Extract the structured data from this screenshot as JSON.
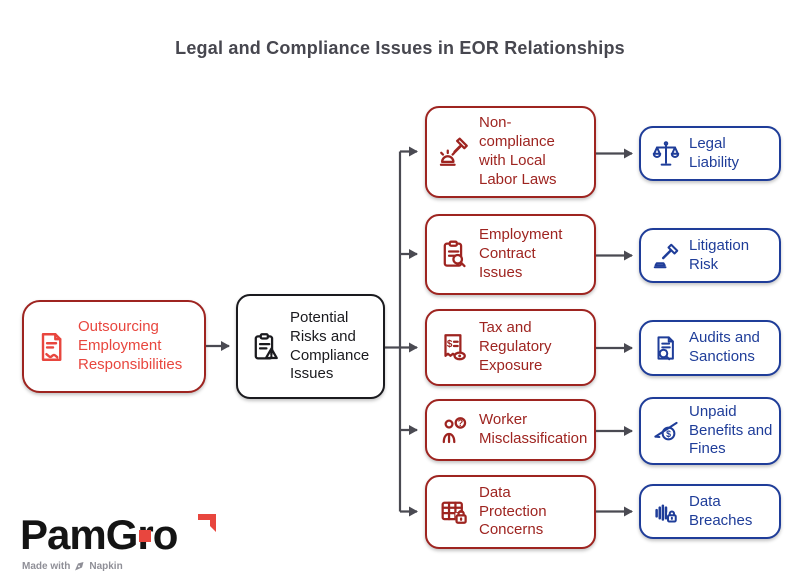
{
  "title": "Legal and Compliance Issues in EOR Relationships",
  "colors": {
    "title_gray": "#47474f",
    "arrow_gray": "#4a4a52",
    "dark_red": "#9e2420",
    "bright_red": "#e8463e",
    "ink_black": "#1a1a1e",
    "navy_blue": "#1f3d99",
    "logo_black": "#141414",
    "logo_red": "#e8463e",
    "muted_gray": "#8f8f97"
  },
  "flow": {
    "source": {
      "label": "Outsourcing\nEmployment\nResponsibilities",
      "icon": "contract-handshake"
    },
    "hub": {
      "label": "Potential\nRisks and\nCompliance\nIssues",
      "icon": "clipboard-warning"
    },
    "risks": [
      {
        "label": "Non-\ncompliance\nwith Local\nLabor Laws",
        "icon": "gavel-alarm"
      },
      {
        "label": "Employment\nContract\nIssues",
        "icon": "clipboard-search"
      },
      {
        "label": "Tax and\nRegulatory\nExposure",
        "icon": "receipt-eye"
      },
      {
        "label": "Worker\nMisclassification",
        "icon": "person-question"
      },
      {
        "label": "Data\nProtection\nConcerns",
        "icon": "table-lock"
      }
    ],
    "outcomes": [
      {
        "label": "Legal\nLiability",
        "icon": "scales"
      },
      {
        "label": "Litigation\nRisk",
        "icon": "gavel"
      },
      {
        "label": "Audits and\nSanctions",
        "icon": "document-search"
      },
      {
        "label": "Unpaid\nBenefits and\nFines",
        "icon": "coin-slash"
      },
      {
        "label": "Data\nBreaches",
        "icon": "data-lock"
      }
    ]
  },
  "footer": {
    "logo_text": "PamGro",
    "made_with": "Made with",
    "napkin": "Napkin"
  }
}
